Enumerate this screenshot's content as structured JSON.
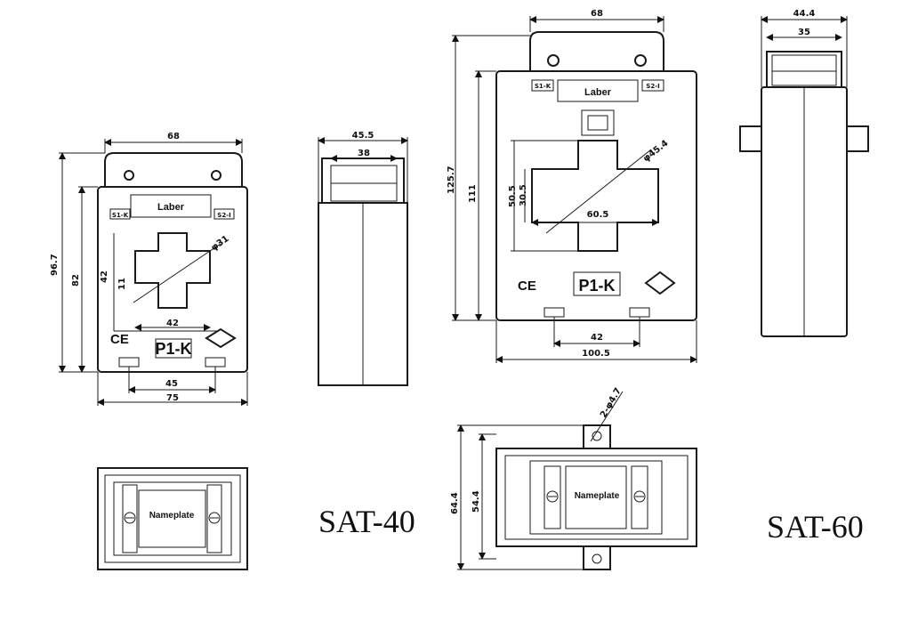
{
  "models": {
    "small": "SAT-40",
    "large": "SAT-60"
  },
  "sat40": {
    "front": {
      "top_width": "68",
      "height_total": "96.7",
      "height_body": "82",
      "window_w": "42",
      "window_h": "42",
      "window_inner": "11",
      "diameter": "φ31",
      "mount_spacing": "45",
      "base_width": "75",
      "label": "Laber",
      "term_left": "S1-K",
      "term_right": "S2-I",
      "brand": "P1-K",
      "ce": "CE"
    },
    "side": {
      "outer": "45.5",
      "inner": "38"
    },
    "bottom": {
      "nameplate": "Nameplate"
    }
  },
  "sat60": {
    "front": {
      "top_width": "68",
      "height_total": "125.7",
      "height_body": "111",
      "window_w": "60.5",
      "window_h": "50.5",
      "window_inner": "30.5",
      "diameter": "φ45.4",
      "mount_spacing": "42",
      "base_width": "100.5",
      "label": "Laber",
      "term_left": "S1-K",
      "term_right": "S2-I",
      "brand": "P1-K",
      "ce": "CE"
    },
    "side": {
      "outer": "44.4",
      "inner": "35"
    },
    "bottom": {
      "nameplate": "Nameplate",
      "holes": "2-φ4.7",
      "height_outer": "64.4",
      "height_inner": "54.4"
    }
  }
}
